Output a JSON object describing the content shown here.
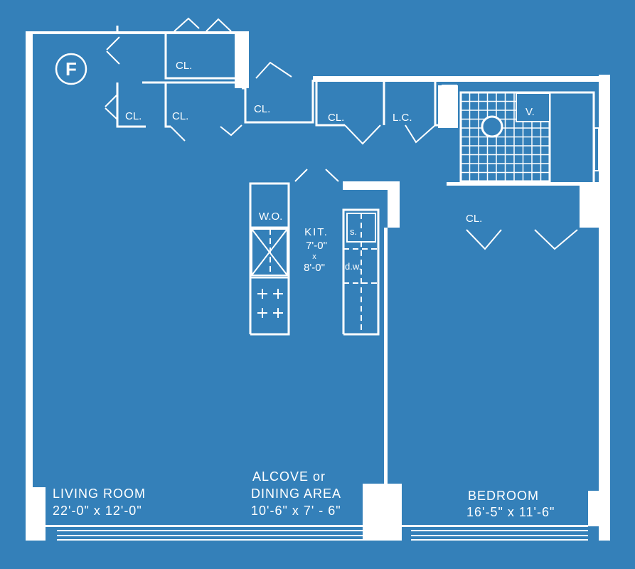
{
  "plan_badge": "F",
  "closets": {
    "cl_top": "CL.",
    "cl_left": "CL.",
    "cl_mid": "CL.",
    "cl_center": "CL.",
    "cl_hall": "CL.",
    "linen": "L.C.",
    "cl_bedroom": "CL."
  },
  "bath": {
    "vanity": "V."
  },
  "kitchen": {
    "wall_oven": "W.O.",
    "name": "KIT.",
    "dim1": "7'-0\"",
    "x": "x",
    "dim2": "8'-0\"",
    "sink": "s.",
    "dishwasher": "d.w."
  },
  "rooms": {
    "living": {
      "name": "LIVING ROOM",
      "dims": "22'-0\" x 12'-0\""
    },
    "alcove": {
      "name1": "ALCOVE or",
      "name2": "DINING AREA",
      "dims": "10'-6\" x 7' - 6\""
    },
    "bedroom": {
      "name": "BEDROOM",
      "dims": "16'-5\" x 11'-6\""
    }
  },
  "colors": {
    "background": "#3480b9",
    "lines": "#ffffff"
  }
}
